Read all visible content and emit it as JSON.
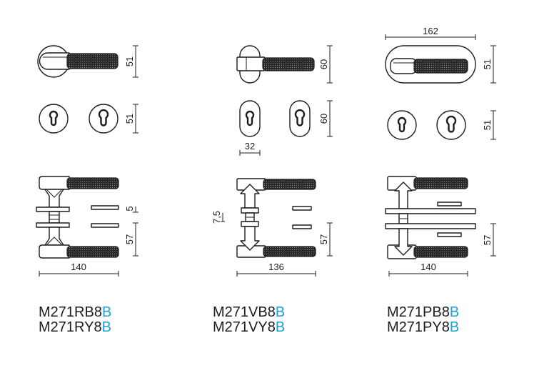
{
  "colors": {
    "line": "#1d1d1b",
    "accent": "#1ba1dc",
    "knurl": "#2a2a2a",
    "knurl_dot": "#9a9a9a",
    "background": "#ffffff"
  },
  "round_rose": {
    "rose_height": "51",
    "escutcheon_height": "51",
    "rose_gap": "5",
    "lever_height": "57",
    "overall_length": "140",
    "codes": [
      {
        "model": "M271RB8",
        "finish": "B"
      },
      {
        "model": "M271RY8",
        "finish": "B"
      }
    ]
  },
  "oval_rose": {
    "rose_height": "60",
    "escutcheon_height": "60",
    "escutcheon_width": "32",
    "rose_gap": "7,5",
    "lever_height": "57",
    "overall_length": "136",
    "codes": [
      {
        "model": "M271VB8",
        "finish": "B"
      },
      {
        "model": "M271VY8",
        "finish": "B"
      }
    ]
  },
  "long_plate": {
    "plate_width": "162",
    "plate_height": "51",
    "escutcheon_height": "51",
    "lever_height": "57",
    "overall_length": "140",
    "codes": [
      {
        "model": "M271PB8",
        "finish": "B"
      },
      {
        "model": "M271PY8",
        "finish": "B"
      }
    ]
  }
}
